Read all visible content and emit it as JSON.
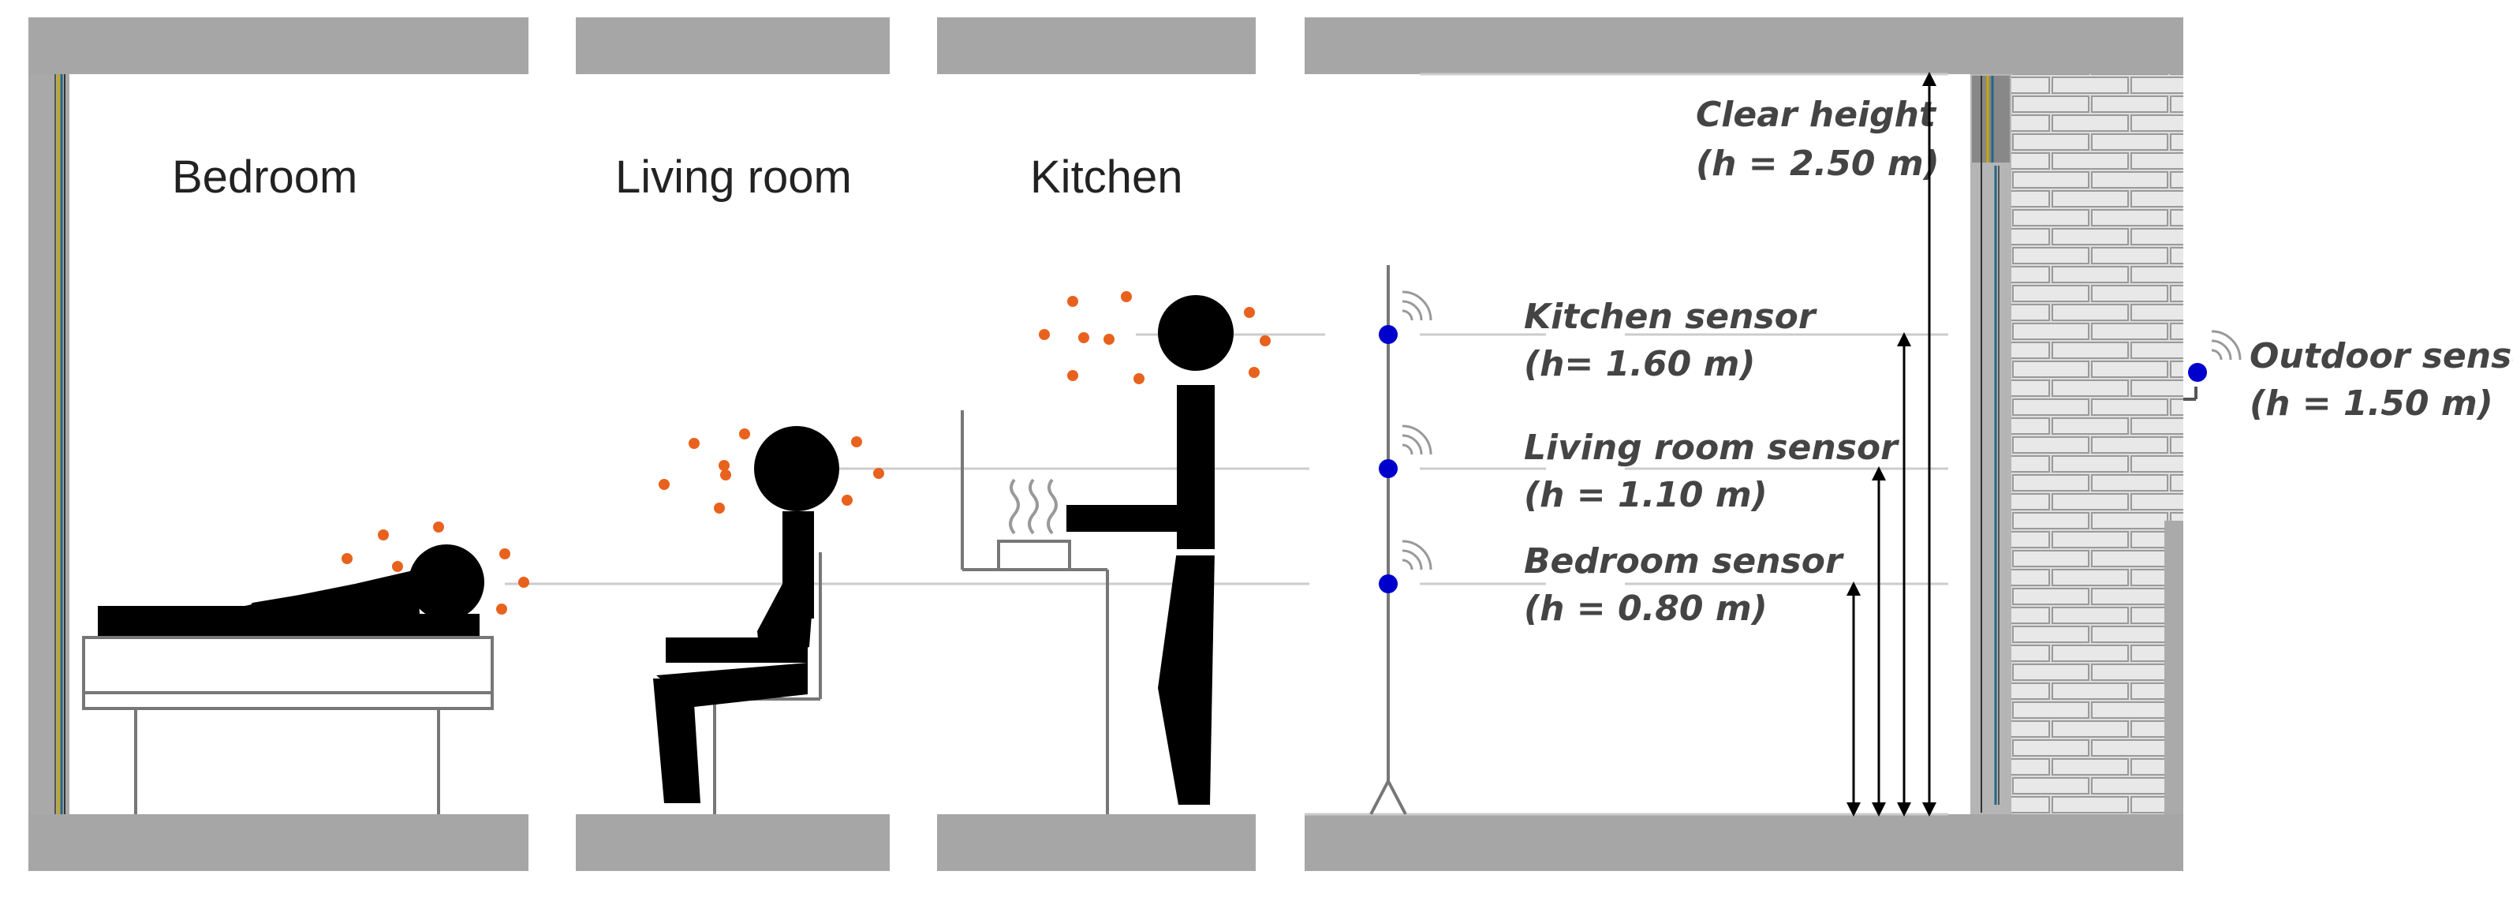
{
  "colors": {
    "slab": "#a6a6a6",
    "wall": "#a9a9a9",
    "figure": "#000000",
    "sensor_dot": "#0000cc",
    "heat_dots": "#e8621e",
    "text": "#444444",
    "guide_line": "#cccccc"
  },
  "rooms": [
    {
      "id": "bedroom",
      "title": "Bedroom",
      "figure_posture": "lying"
    },
    {
      "id": "living",
      "title": "Living room",
      "figure_posture": "sitting"
    },
    {
      "id": "kitchen",
      "title": "Kitchen",
      "figure_posture": "standing"
    }
  ],
  "sensors": [
    {
      "id": "kitchen",
      "name": "Kitchen sensor",
      "height": "(h= 1.60 m)",
      "height_m": 1.6
    },
    {
      "id": "living",
      "name": "Living room sensor",
      "height": "(h = 1.10 m)",
      "height_m": 1.1
    },
    {
      "id": "bedroom",
      "name": "Bedroom sensor",
      "height": "(h = 0.80 m)",
      "height_m": 0.8
    },
    {
      "id": "outdoor",
      "name": "Outdoor sensor",
      "height": "(h = 1.50 m)",
      "height_m": 1.5
    }
  ],
  "clear_height": {
    "title": "Clear height",
    "value": "(h = 2.50 m)",
    "height_m": 2.5
  },
  "icons": [
    "wifi-signal-icon",
    "steam-icon"
  ]
}
